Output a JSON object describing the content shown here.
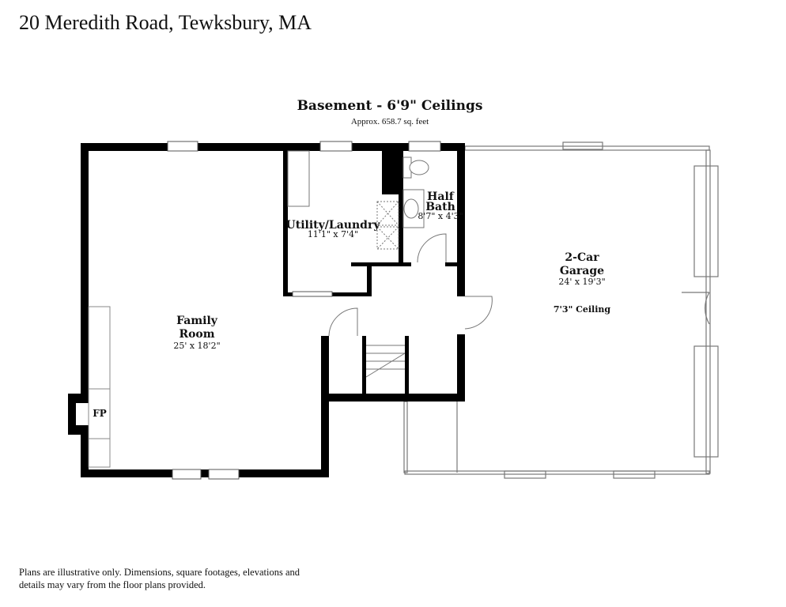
{
  "title": "20 Meredith Road, Tewksbury, MA",
  "plan": {
    "name": "Basement - 6'9\" Ceilings",
    "area": "Approx. 658.7 sq. feet"
  },
  "rooms": [
    {
      "name": "Family",
      "name2": "Room",
      "dims": "25' x 18'2\""
    },
    {
      "name": "Utility/Laundry",
      "dims": "11'1\" x 7'4\""
    },
    {
      "name": "Half",
      "name2": "Bath",
      "dims": "8'7\" x 4'3\""
    },
    {
      "name": "2-Car",
      "name2": "Garage",
      "dims": "24' x 19'3\"",
      "note": "7'3\" Ceiling"
    }
  ],
  "fireplace_label": "FP",
  "disclaimer": "Plans are illustrative only. Dimensions, square footages, elevations and details may vary from the floor plans provided."
}
